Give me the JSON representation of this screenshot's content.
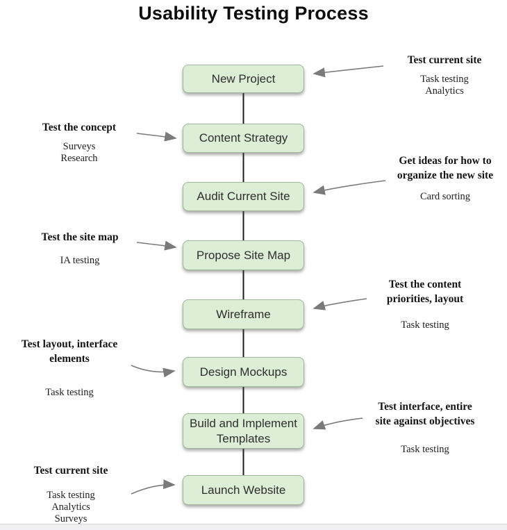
{
  "title": "Usability Testing Process",
  "steps": [
    {
      "label": "New Project"
    },
    {
      "label": "Content Strategy"
    },
    {
      "label": "Audit Current Site"
    },
    {
      "label": "Propose Site Map"
    },
    {
      "label": "Wireframe"
    },
    {
      "label": "Design Mockups"
    },
    {
      "label": "Build and Implement Templates"
    },
    {
      "label": "Launch Website"
    }
  ],
  "annotations": [
    {
      "side": "right",
      "target": "New Project",
      "heading_lines": [
        "Test current site"
      ],
      "methods": [
        "Task testing",
        "Analytics"
      ]
    },
    {
      "side": "left",
      "target": "Content Strategy",
      "heading_lines": [
        "Test the concept"
      ],
      "methods": [
        "Surveys",
        "Research"
      ]
    },
    {
      "side": "right",
      "target": "Audit Current Site",
      "heading_lines": [
        "Get ideas for how to",
        "organize the new site"
      ],
      "methods": [
        "Card sorting"
      ]
    },
    {
      "side": "left",
      "target": "Propose Site Map",
      "heading_lines": [
        "Test the site map"
      ],
      "methods": [
        "IA testing"
      ]
    },
    {
      "side": "right",
      "target": "Wireframe",
      "heading_lines": [
        "Test the content",
        "priorities, layout"
      ],
      "methods": [
        "Task testing"
      ]
    },
    {
      "side": "left",
      "target": "Design Mockups",
      "heading_lines": [
        "Test layout, interface",
        "elements"
      ],
      "methods": [
        "Task testing"
      ]
    },
    {
      "side": "right",
      "target": "Build and Implement Templates",
      "heading_lines": [
        "Test interface, entire",
        "site against objectives"
      ],
      "methods": [
        "Task testing"
      ]
    },
    {
      "side": "left",
      "target": "Launch Website",
      "heading_lines": [
        "Test current site"
      ],
      "methods": [
        "Task testing",
        "Analytics",
        "Surveys"
      ]
    }
  ],
  "colors": {
    "box_fill": "#dceed5",
    "box_border": "#9fb69b",
    "box_text": "#2e2e2e",
    "arrow": "#7a7a7a",
    "connector": "#1c1c1c",
    "footer_bg": "#f0eff1"
  }
}
